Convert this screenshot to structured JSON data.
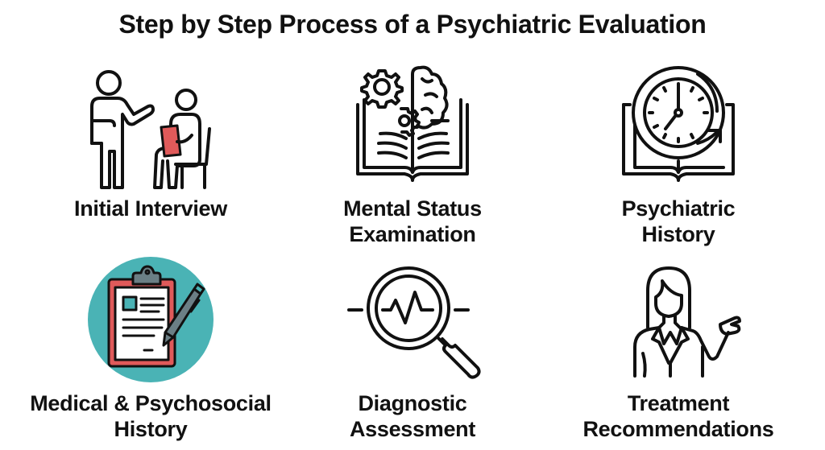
{
  "title": "Step by Step Process of a Psychiatric Evaluation",
  "colors": {
    "stroke": "#111111",
    "accent_red": "#e05a5a",
    "teal": "#4ab3b5",
    "pen_gray": "#6b7f85"
  },
  "steps": [
    {
      "icon": "interview-icon",
      "label_lines": [
        "Initial Interview"
      ]
    },
    {
      "icon": "brain-book-icon",
      "label_lines": [
        "Mental Status",
        "Examination"
      ]
    },
    {
      "icon": "clock-book-icon",
      "label_lines": [
        "Psychiatric",
        "History"
      ]
    },
    {
      "icon": "clipboard-icon",
      "label_lines": [
        "Medical & Psychosocial",
        "History"
      ]
    },
    {
      "icon": "magnifier-pulse-icon",
      "label_lines": [
        "Diagnostic",
        "Assessment"
      ]
    },
    {
      "icon": "doctor-presenting-icon",
      "label_lines": [
        "Treatment",
        "Recommendations"
      ]
    }
  ]
}
